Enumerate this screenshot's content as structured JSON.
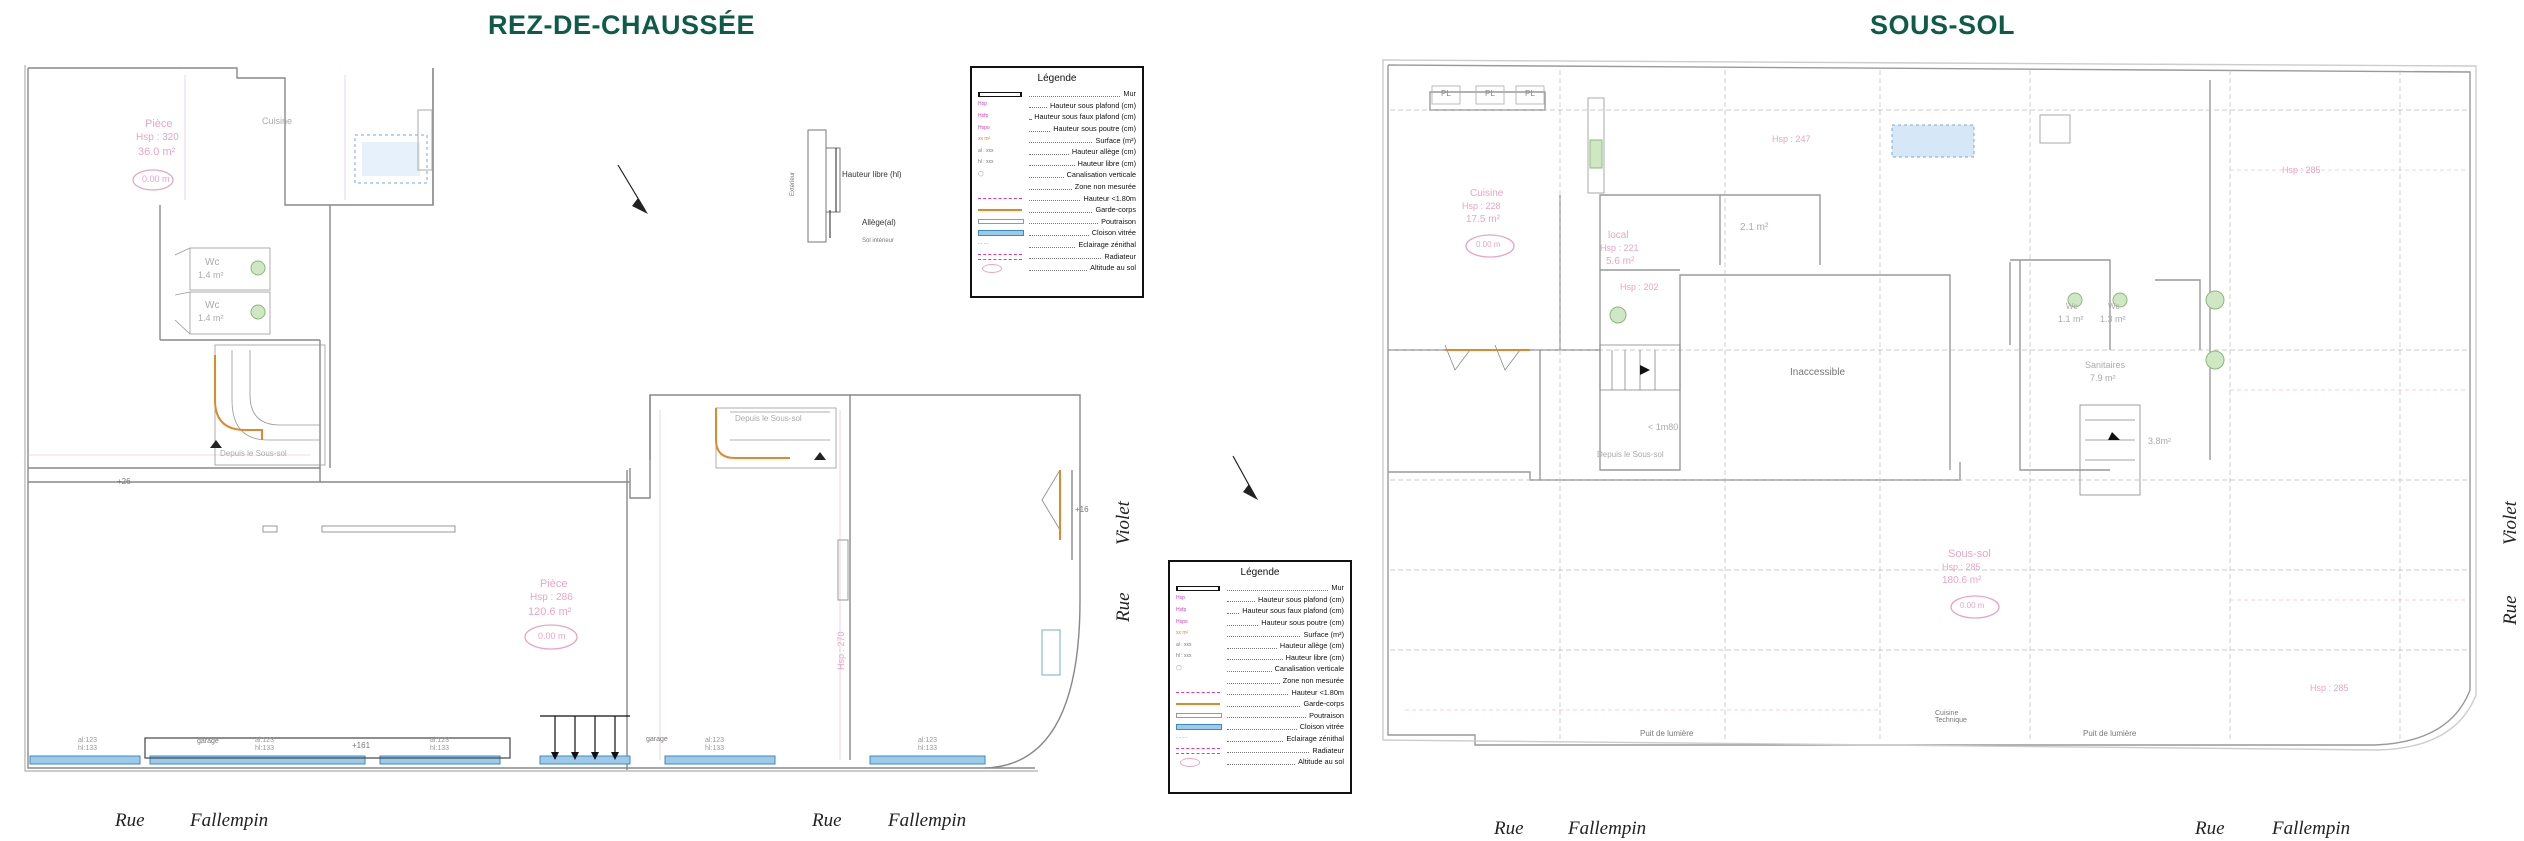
{
  "titles": {
    "ground": "REZ-DE-CHAUSSÉE",
    "basement": "SOUS-SOL"
  },
  "streets": {
    "ground": {
      "rue_left": "Rue",
      "fallempin_left": "Fallempin",
      "rue_right": "Rue",
      "fallempin_right": "Fallempin",
      "violet": "Violet",
      "rue_vertical": "Rue"
    },
    "basement": {
      "rue_left": "Rue",
      "fallempin_left": "Fallempin",
      "rue_right": "Rue",
      "fallempin_right": "Fallempin",
      "violet": "Violet",
      "rue_vertical": "Rue"
    }
  },
  "legend": {
    "heading": "Légende",
    "items": [
      {
        "label": "Mur",
        "symbol": "wall"
      },
      {
        "label": "Hauteur sous plafond (cm)",
        "symbol": "hsp"
      },
      {
        "label": "Hauteur sous faux plafond (cm)",
        "symbol": "hsfp"
      },
      {
        "label": "Hauteur sous poutre (cm)",
        "symbol": "hspo"
      },
      {
        "label": "Surface (m²)",
        "symbol": "surface"
      },
      {
        "label": "Hauteur allège (cm)",
        "symbol": "allege"
      },
      {
        "label": "Hauteur libre (cm)",
        "symbol": "libre"
      },
      {
        "label": "Canalisation verticale",
        "symbol": "canal"
      },
      {
        "label": "Zone non mesurée",
        "symbol": "zone"
      },
      {
        "label": "Hauteur <1.80m",
        "symbol": "h180"
      },
      {
        "label": "Garde-corps",
        "symbol": "garde"
      },
      {
        "label": "Poutraison",
        "symbol": "poutre"
      },
      {
        "label": "Cloison vitrée",
        "symbol": "vitre"
      },
      {
        "label": "Eclairage zénithal",
        "symbol": "eclair"
      },
      {
        "label": "Radiateur",
        "symbol": "radiateur"
      },
      {
        "label": "Altitude au sol",
        "symbol": "altitude"
      }
    ]
  },
  "window_detail": {
    "hauteur_libre": "Hauteur libre (hl)",
    "allege": "Allège(al)",
    "exterieur": "Extérieur",
    "sol_interieur": "Sol intérieur"
  },
  "ground_rooms": {
    "piece_top": {
      "name": "Pièce",
      "hsp": "Hsp : 320",
      "surface": "36.0 m²",
      "alt": "0.00 m"
    },
    "cuisine": "Cuisine",
    "wc1": {
      "name": "Wc",
      "surface": "1.4 m²"
    },
    "wc2": {
      "name": "Wc",
      "surface": "1.4 m²"
    },
    "depuis_left": "Depuis le Sous-sol",
    "depuis_right": "Depuis le Sous-sol",
    "piece_main": {
      "name": "Pièce",
      "hsp": "Hsp : 286",
      "surface": "120.6 m²",
      "alt": "0.00 m"
    },
    "hsp_side": "Hsp : 270",
    "step_left": "+26",
    "step_right": "+16",
    "win_labels": [
      "al:123",
      "hl:133",
      "al:123",
      "hl:133",
      "al:123",
      "hl:133",
      "al:123",
      "hl:133",
      "al:123",
      "hl:133"
    ],
    "plus161": "+161",
    "garage_left": "garage",
    "garage_right": "garage"
  },
  "basement_rooms": {
    "cuisine": {
      "name": "Cuisine",
      "hsp": "Hsp : 228",
      "surface": "17.5 m²",
      "alt": "0.00 m"
    },
    "local": {
      "name": "local",
      "hsp": "Hsp : 221",
      "surface": "5.6 m²"
    },
    "inaccessible": "Inaccessible",
    "wc1": {
      "name": "Wc",
      "surface": "1.1 m²"
    },
    "wc2": {
      "name": "Wc",
      "surface": "1.3 m²"
    },
    "sanitaires": {
      "name": "Sanitaires",
      "surface": "7.9 m²"
    },
    "sous_sol": {
      "name": "Sous-sol",
      "hsp": "Hsp : 285",
      "surface": "180.6 m²",
      "alt": "0.00 m"
    },
    "small": "2.1 m²",
    "small2": "3.8m²",
    "h180": "< 1m80",
    "depuis": "Depuis le Sous-sol",
    "hsp247": "Hsp : 247",
    "hsp285a": "Hsp : 285",
    "hsp285b": "Hsp : 285",
    "hsp202": "Hsp : 202",
    "puits_left": "Puit de lumière",
    "puits_right": "Puit de lumière",
    "local_tech": "Cuisine Technique",
    "pl": "PL"
  }
}
